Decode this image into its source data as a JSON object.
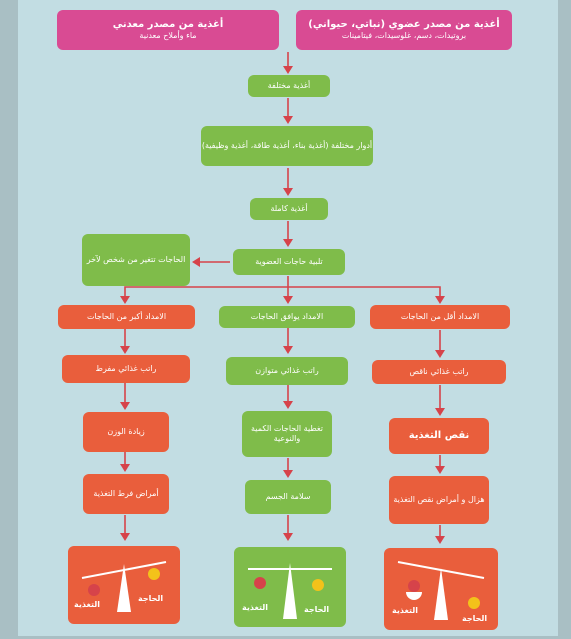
{
  "top": {
    "organic": {
      "title": "أغذية من مصدر عضوي (نباتي، حيواني)",
      "subtitle": "بروتيدات، دسم، غلوسيدات، فيتامينات"
    },
    "mineral": {
      "title": "أغذية من مصدر معدني",
      "subtitle": "ماء وأملاح معدنية"
    }
  },
  "chain": {
    "various_foods": "أغذية مختلفة",
    "roles": "أدوار مختلفة (أغذية بناء، أغذية طاقة، أغذية وظيفية)",
    "complete_food": "أغذية كاملة",
    "satisfy": "تلبية حاجات العضوية",
    "needs_vary": "الحاجات تتغير من شخص لآخر"
  },
  "columns": {
    "right": {
      "head": "الامداد أقل من الحاجات",
      "step1": "راتب غذائي ناقص",
      "step2": "نقص التغذية",
      "step3": "هزال و أمراض نقص التغذية"
    },
    "middle": {
      "head": "الامداد يوافق الحاجات",
      "step1": "راتب غذائي متوازن",
      "step2": "تغطية الحاجات الكمية والنوعية",
      "step3": "سلامة الجسم"
    },
    "left": {
      "head": "الامداد أكبر من الحاجات",
      "step1": "راتب غذائي مفرط",
      "step2": "زيادة الوزن",
      "step3": "أمراض فرط التغذية"
    }
  },
  "scale_labels": {
    "nutrition": "التغذية",
    "need": "الحاجة"
  },
  "colors": {
    "pink": "#d94b93",
    "green": "#7fbc4a",
    "orange": "#e95e3c",
    "arrow": "#d6434a"
  }
}
